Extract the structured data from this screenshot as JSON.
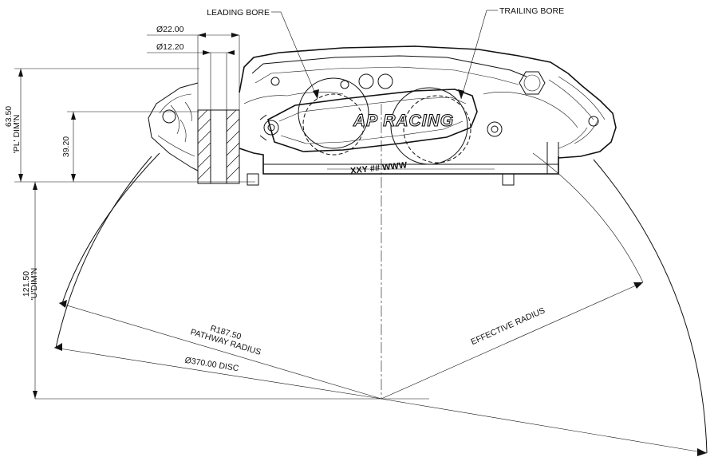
{
  "drawing": {
    "callouts": {
      "leading_bore": "LEADING BORE",
      "trailing_bore": "TRAILING BORE"
    },
    "dimensions": {
      "dia_22": "Ø22.00",
      "dia_12": "Ø12.20",
      "pl_value": "63.50",
      "pl_label": "'PL' DIM'N",
      "h_39": "39.20",
      "u_value": "121.50",
      "u_label": "'U'DIM'N",
      "pathway_value": "R187.50",
      "pathway_label": "PATHWAY RADIUS",
      "disc_label": "Ø370.00 DISC",
      "effective_radius": "EFFECTIVE RADIUS"
    },
    "caliper": {
      "brand_logo": "AP RACING",
      "part_code": "XXY ## WWW"
    }
  }
}
